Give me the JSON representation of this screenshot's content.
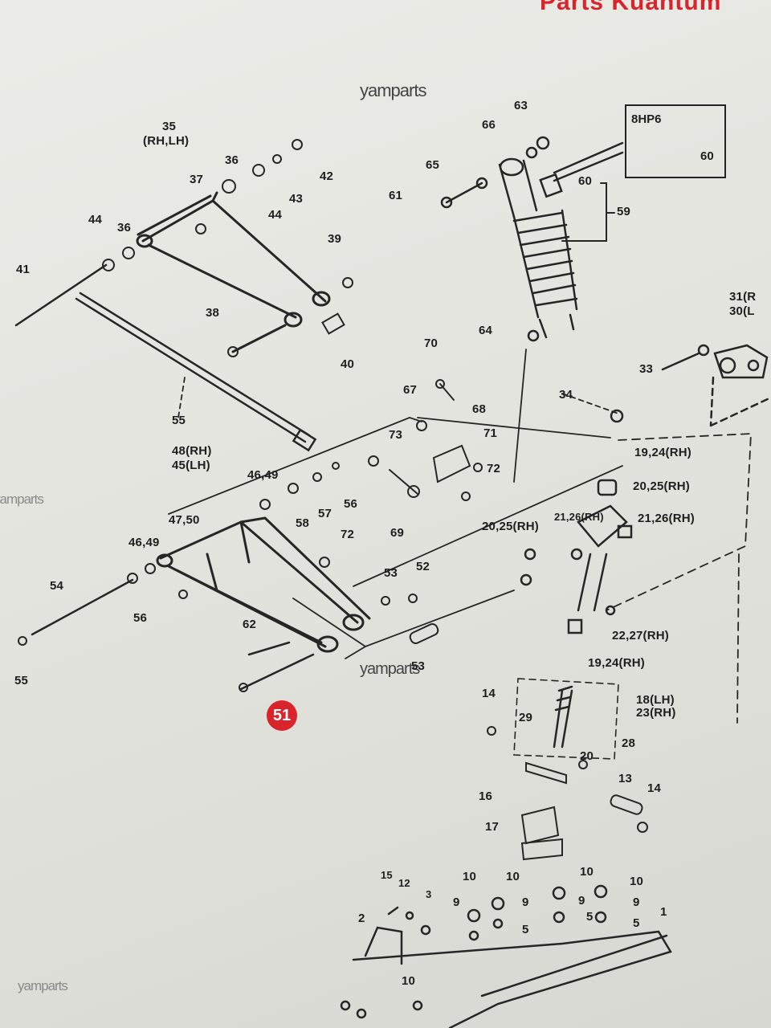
{
  "header": {
    "text": "Parts Kuantum"
  },
  "watermarks": {
    "top": "yamparts",
    "left": "yamparts",
    "middle": "yamparts",
    "bottom": "yamparts"
  },
  "inset": {
    "title": "8HP6",
    "part": "60"
  },
  "highlight": {
    "label": "51",
    "color": "#d8242a"
  },
  "callouts": {
    "c35": "35",
    "c35s": "(RH,LH)",
    "c36a": "36",
    "c36b": "36",
    "c37": "37",
    "c38": "38",
    "c39": "39",
    "c40": "40",
    "c41": "41",
    "c42": "42",
    "c43": "43",
    "c44a": "44",
    "c44b": "44",
    "c55a": "55",
    "c59": "59",
    "c60": "60",
    "c61": "61",
    "c63a": "63",
    "c64": "64",
    "c65": "65",
    "c66": "66",
    "c70": "70",
    "c67": "67",
    "c68": "68",
    "c71": "71",
    "c72a": "72",
    "c73": "73",
    "c69": "69",
    "c31": "31(R",
    "c30": "30(L",
    "c33": "33",
    "c34": "34",
    "c48": "48(RH)",
    "c45": "45(LH)",
    "c4649a": "46,49",
    "c4750": "47,50",
    "c4649b": "46,49",
    "c56a": "56",
    "c57": "57",
    "c58": "58",
    "c72b": "72",
    "c53a": "53",
    "c52": "52",
    "c54": "54",
    "c56b": "56",
    "c55b": "55",
    "c62": "62",
    "c53b": "53",
    "c1924a": "19,24(RH)",
    "c2025a": "20,25(RH)",
    "c2025b": "20,25(RH)",
    "c2126": "21,26(RH)",
    "c2126b": "21,26(RH)",
    "c2227": "22,27(RH)",
    "c1924b": "19,24(RH)",
    "c18": "18(LH)",
    "c23": "23(RH)",
    "c14a": "14",
    "c29": "29",
    "c28": "28",
    "c20": "20",
    "c13": "13",
    "c14b": "14",
    "c16": "16",
    "c17": "17",
    "c15": "15",
    "c12": "12",
    "c3": "3",
    "c9a": "9",
    "c10a": "10",
    "c10b": "10",
    "c10c": "10",
    "c10d": "10",
    "c9b": "9",
    "c9c": "9",
    "c9d": "9",
    "c5a": "5",
    "c5b": "5",
    "c5c": "5",
    "c2": "2",
    "c1": "1",
    "c10e": "10"
  }
}
